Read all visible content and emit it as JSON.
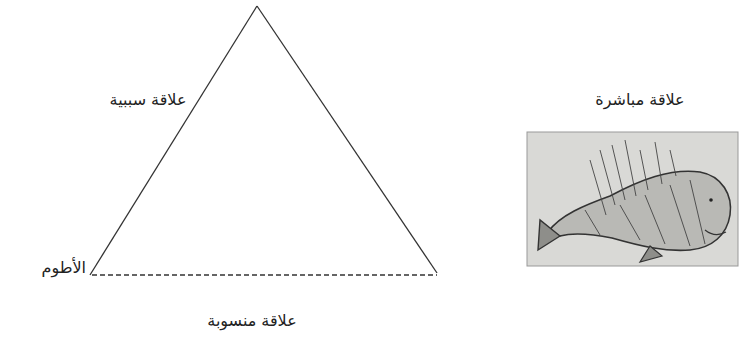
{
  "diagram": {
    "labels": [
      "علاقة سببية",
      "علاقة مباشرة",
      "الأطوم",
      "علاقة منسوبة"
    ]
  }
}
